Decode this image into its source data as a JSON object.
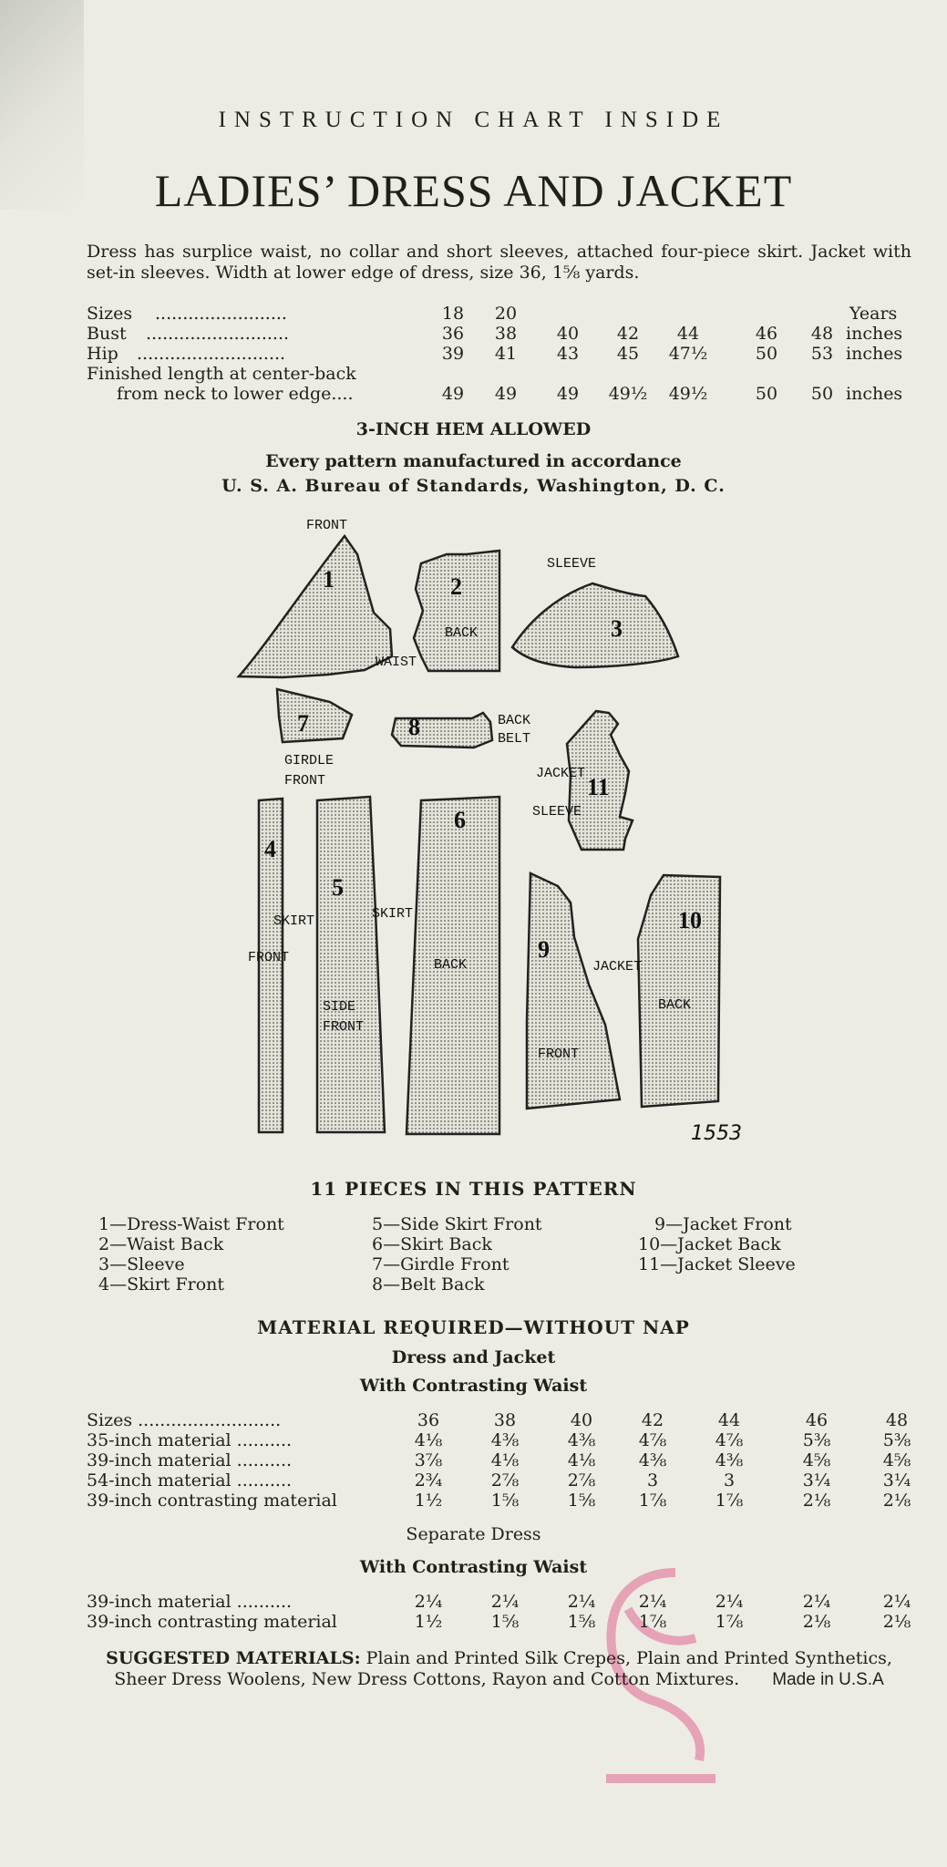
{
  "header": {
    "chart_line": "INSTRUCTION CHART INSIDE",
    "title": "LADIES’ DRESS AND JACKET"
  },
  "description": "Dress has surplice waist, no collar and short sleeves, attached four-piece skirt. Jacket with set-in sleeves. Width at lower edge of dress, size 36, 1⅝ yards.",
  "size_chart": {
    "rows": [
      {
        "label": "Sizes",
        "dots": "........................",
        "values": [
          "18",
          "20",
          "",
          "",
          "",
          "",
          ""
        ],
        "unit": "Years"
      },
      {
        "label": "Bust",
        "dots": "..........................",
        "values": [
          "36",
          "38",
          "40",
          "42",
          "44",
          "46",
          "48"
        ],
        "unit": "inches"
      },
      {
        "label": "Hip",
        "dots": "...........................",
        "values": [
          "39",
          "41",
          "43",
          "45",
          "47½",
          "50",
          "53"
        ],
        "unit": "inches"
      },
      {
        "label": "Finished length at center-back",
        "dots": "",
        "values": [],
        "unit": ""
      },
      {
        "label": "from neck to lower edge....",
        "dots": "",
        "values": [
          "49",
          "49",
          "49",
          "49½",
          "49½",
          "50",
          "50"
        ],
        "unit": "inches"
      }
    ]
  },
  "hem": "3-INCH HEM ALLOWED",
  "standards": {
    "line1": "Every pattern manufactured in accordance",
    "line2": "U. S. A. Bureau of Standards, Washington, D. C."
  },
  "diagram": {
    "labels": {
      "front": "FRONT",
      "back": "BACK",
      "waist": "WAIST",
      "sleeve": "SLEEVE",
      "girdle": "GIRDLE",
      "girdle_front": "FRONT",
      "back_belt_1": "BACK",
      "back_belt_2": "BELT",
      "jacket": "JACKET",
      "sleeve2": "SLEEVE",
      "skirt": "SKIRT",
      "skirt2": "SKIRT",
      "front2": "FRONT",
      "side": "SIDE",
      "side_front": "FRONT",
      "back6": "BACK",
      "jacket2": "JACKET",
      "front9": "FRONT",
      "back10": "BACK",
      "n1": "1",
      "n2": "2",
      "n3": "3",
      "n4": "4",
      "n5": "5",
      "n6": "6",
      "n7": "7",
      "n8": "8",
      "n9": "9",
      "n10": "10",
      "n11": "11"
    },
    "pattern_number": "1553"
  },
  "pieces": {
    "title": "11 PIECES IN THIS PATTERN",
    "col1": [
      "1—Dress-Waist Front",
      "2—Waist Back",
      "3—Sleeve",
      "4—Skirt Front"
    ],
    "col2": [
      "5—Side Skirt Front",
      "6—Skirt Back",
      "7—Girdle Front",
      "8—Belt Back"
    ],
    "col3": [
      "9—Jacket Front",
      "10—Jacket Back",
      "11—Jacket Sleeve"
    ]
  },
  "material": {
    "title": "MATERIAL REQUIRED—WITHOUT NAP",
    "sub1": "Dress and Jacket",
    "sub2": "With Contrasting Waist",
    "rows": [
      {
        "label": "Sizes ..........................",
        "values": [
          "36",
          "38",
          "40",
          "42",
          "44",
          "46",
          "48"
        ]
      },
      {
        "label": "35-inch  material  ..........",
        "values": [
          "4⅛",
          "4⅜",
          "4⅜",
          "4⅞",
          "4⅞",
          "5⅜",
          "5⅜"
        ]
      },
      {
        "label": "39-inch  material  ..........",
        "values": [
          "3⅞",
          "4⅛",
          "4⅛",
          "4⅜",
          "4⅜",
          "4⅝",
          "4⅝"
        ]
      },
      {
        "label": "54-inch  material  ..........",
        "values": [
          "2¾",
          "2⅞",
          "2⅞",
          "3",
          "3",
          "3¼",
          "3¼"
        ]
      },
      {
        "label": "39-inch  contrasting  material",
        "values": [
          "1½",
          "1⅝",
          "1⅝",
          "1⅞",
          "1⅞",
          "2⅛",
          "2⅛"
        ]
      }
    ],
    "separate_title": "Separate Dress",
    "separate_sub": "With Contrasting Waist",
    "separate_rows": [
      {
        "label": "39-inch  material  ..........",
        "values": [
          "2¼",
          "2¼",
          "2¼",
          "2¼",
          "2¼",
          "2¼",
          "2¼"
        ]
      },
      {
        "label": "39-inch  contrasting  material",
        "values": [
          "1½",
          "1⅝",
          "1⅝",
          "1⅞",
          "1⅞",
          "2⅛",
          "2⅛"
        ]
      }
    ]
  },
  "suggested": {
    "label": "SUGGESTED MATERIALS:",
    "text": "Plain and Printed Silk Crepes, Plain and Printed Synthetics, Sheer Dress Woolens, New Dress Cottons, Rayon and Cotton Mixtures.",
    "made_in": "Made in U.S.A"
  },
  "colors": {
    "paper": "#ecece4",
    "ink": "#1f1f1c",
    "stamp": "#e58aa8"
  }
}
